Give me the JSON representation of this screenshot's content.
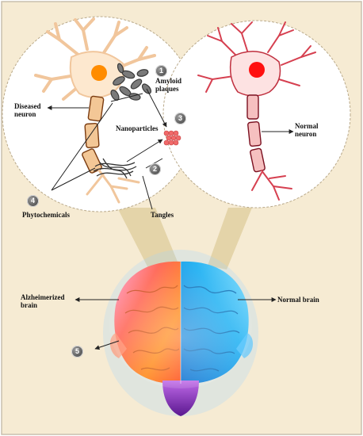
{
  "colors": {
    "background": "#f6ebd3",
    "diseased_neuron_fill": "#fde8cf",
    "diseased_axon": "#f3c796",
    "diseased_axon_border": "#7a3b10",
    "normal_neuron_fill": "#fde2e2",
    "normal_neuron_outline": "#c0303f",
    "normal_axon_border": "#7a1020",
    "nucleus_diseased": "#ff8c00",
    "nucleus_normal": "#ff1010",
    "nanoparticles": "#f06a6a",
    "plaques": "#5a5a5a",
    "brain_left": "#ff7a2a",
    "brain_right": "#2fb6f5",
    "brain_stem": "#9b3fd1",
    "connector": "#d8c58e"
  },
  "labels": {
    "amyloid_plaques": "Amyloid\nplaques",
    "diseased_neuron": "Diseased\nneuron",
    "nanoparticles": "Nanoparticles",
    "normal_neuron": "Normal\nneuron",
    "phytochemicals": "Phytochemicals",
    "tangles": "Tangles",
    "alzheimerized_brain": "Alzheimerized\nbrain",
    "normal_brain": "Normal brain"
  },
  "badges": {
    "amyloid": "1",
    "tangles": "2",
    "nanoparticles": "3",
    "phytochemicals": "4",
    "brain": "5"
  },
  "icons": {
    "diseased_neuron": "neuron-icon",
    "normal_neuron": "neuron-icon",
    "brain": "brain-icon"
  }
}
